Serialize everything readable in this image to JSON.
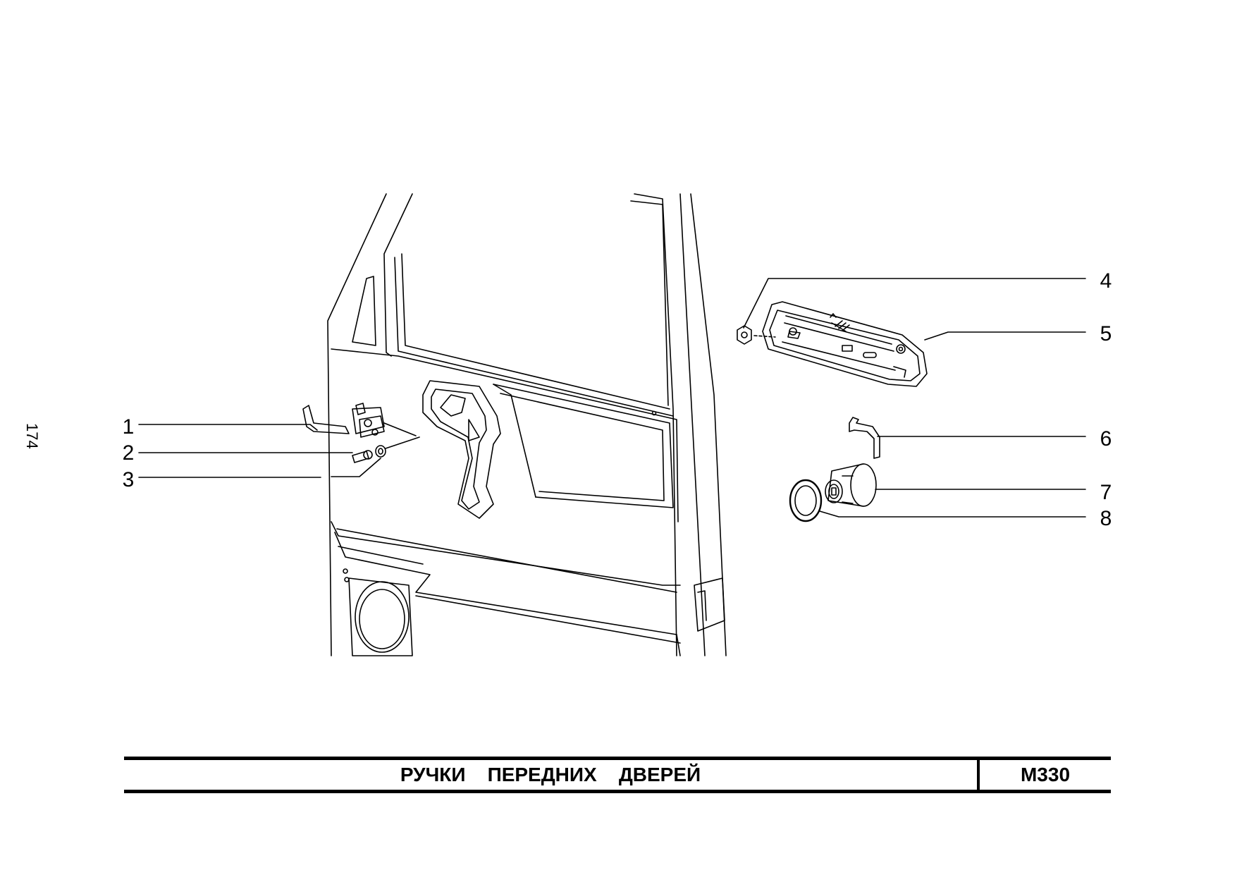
{
  "page": {
    "number": "174"
  },
  "callouts": [
    "1",
    "2",
    "3",
    "4",
    "5",
    "6",
    "7",
    "8"
  ],
  "title_block": {
    "title": "РУЧКИ    ПЕРЕДНИХ    ДВЕРЕЙ",
    "code": "M330"
  },
  "colors": {
    "ink": "#000000",
    "paper": "#ffffff"
  }
}
